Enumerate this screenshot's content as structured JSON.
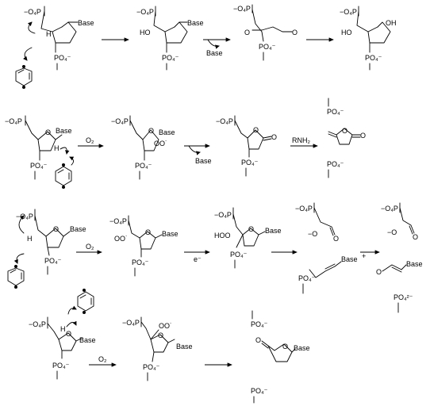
{
  "labels": {
    "base": "Base",
    "base_plus": "Base",
    "plus_sign": "+",
    "phosphate_left": "−O₄P",
    "phosphate_bottom": "PO₄⁻",
    "phosphate_2minus": "PO₄²⁻",
    "h": "H",
    "ho": "HO",
    "hoo": "HOO",
    "oh": "OH",
    "o": "O",
    "oo_radical": "OO˙",
    "o_minus": "−O",
    "oxygen_reagent": "O₂",
    "amine_reagent": "RNH₂",
    "electron": "e⁻",
    "base_released": "Base"
  }
}
